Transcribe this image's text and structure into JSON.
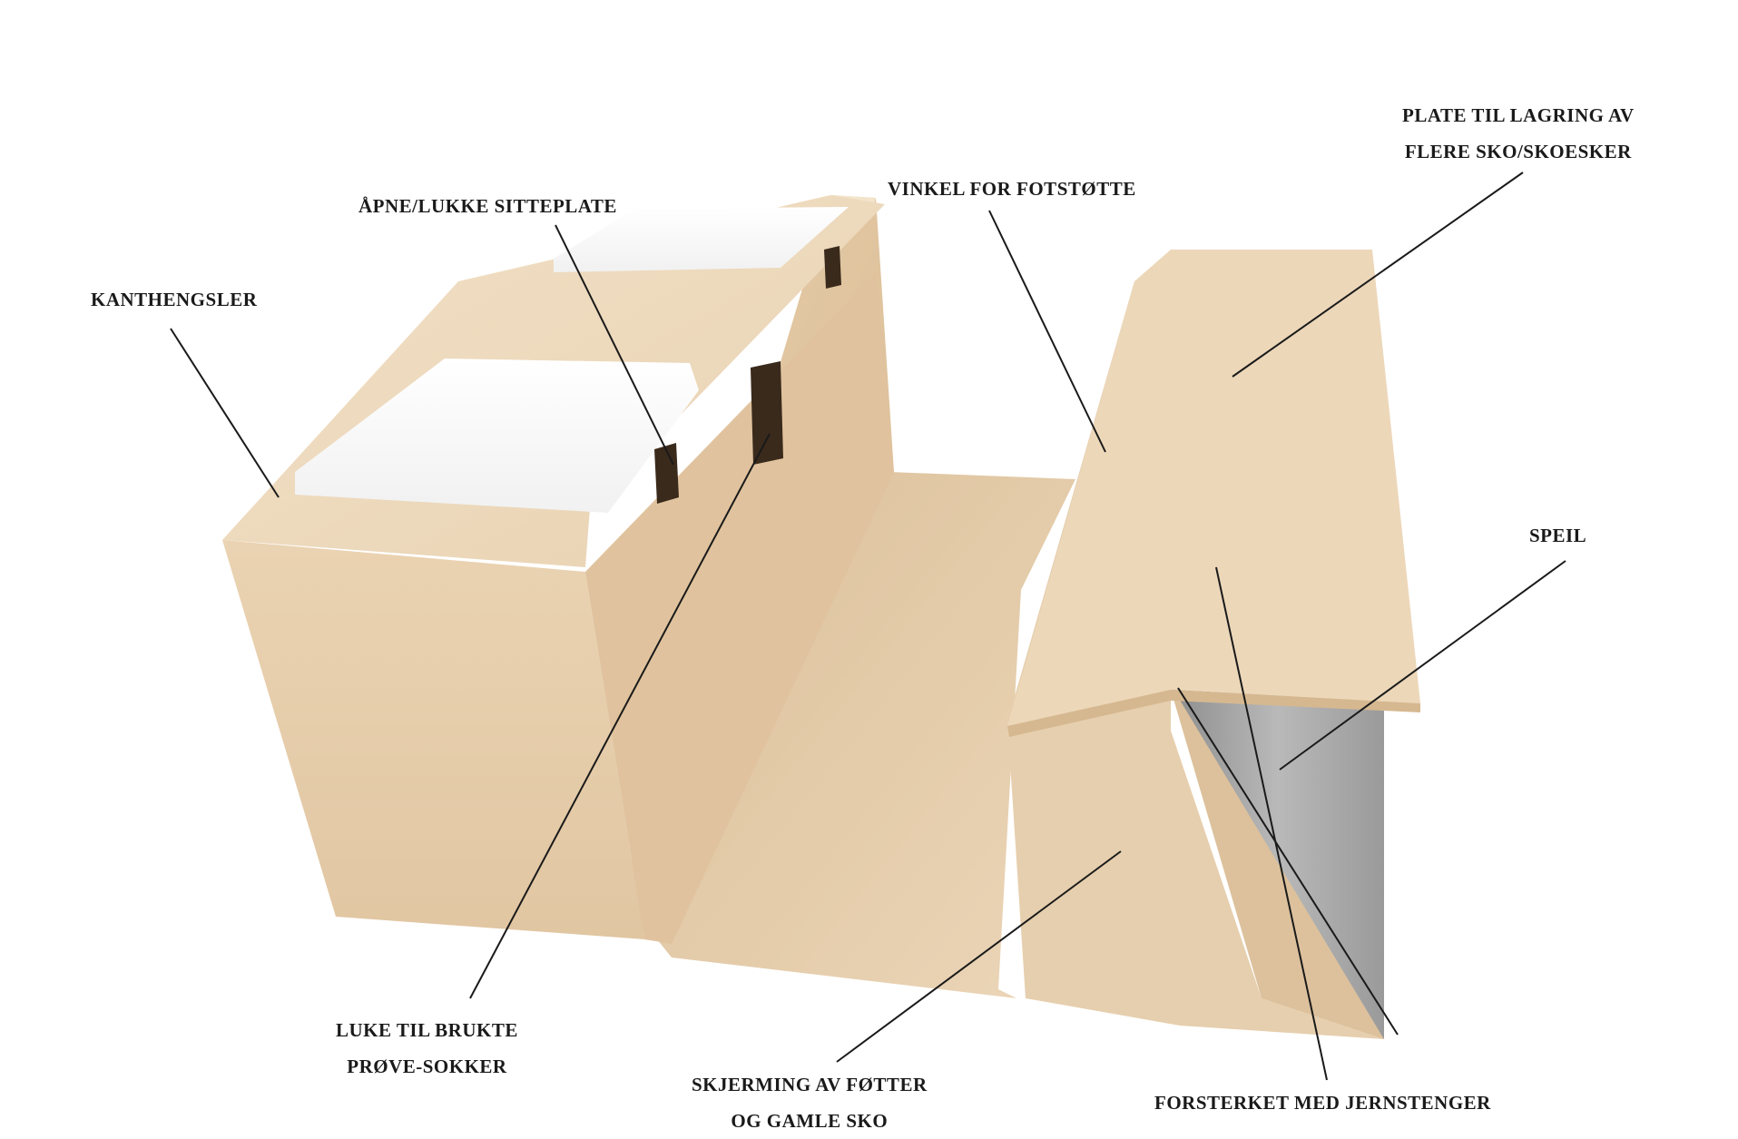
{
  "labels": {
    "kanthengsler": "KANTHENGSLER",
    "apne_lukke": "ÅPNE/LUKKE SITTEPLATE",
    "vinkel": "VINKEL FOR FOTSTØTTE",
    "plate_line1": "PLATE TIL LAGRING AV",
    "plate_line2": "FLERE SKO/SKOESKER",
    "speil": "SPEIL",
    "luke_line1": "LUKE  TIL  BRUKTE",
    "luke_line2": "PRØVE-SOKKER",
    "skjerming_line1": "SKJERMING  AV  FØTTER",
    "skjerming_line2": "OG GAMLE SKO",
    "forsterket": "FORSTERKET MED JERNSTENGER"
  },
  "colors": {
    "wood_light": "#efdcc0",
    "wood_mid": "#e3c9a5",
    "wood_dark": "#cfb18a",
    "cushion": "#ffffff",
    "mirror": "#a8a8a8",
    "slot": "#3a2a1c",
    "leader_line": "#1a1a1a"
  }
}
